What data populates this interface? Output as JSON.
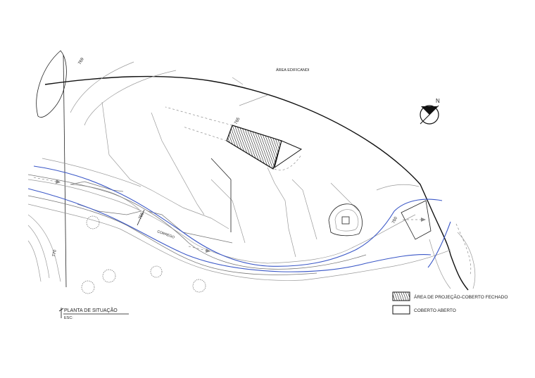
{
  "drawing": {
    "title": "PLANTA DE SITUAÇÃO",
    "scale_label": "ESC:",
    "north_label": "N",
    "zone_label": "ÁREA EDIFICANDI",
    "stream_label": "CORREGO",
    "contour_labels": [
      "769",
      "765",
      "765",
      "760",
      "770"
    ]
  },
  "legend": {
    "items": [
      {
        "label": "ÁREA DE PROJEÇÃO-COBERTO FECHADO",
        "pattern": "hatched"
      },
      {
        "label": "COBERTO ABERTO",
        "pattern": "blank"
      }
    ]
  },
  "colors": {
    "water": "#3a57c7",
    "contour": "#9a9a9a",
    "linework": "#111111"
  }
}
